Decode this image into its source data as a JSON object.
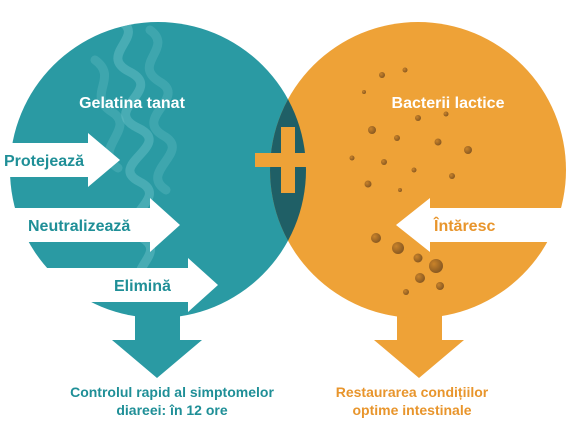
{
  "left_circle": {
    "title": "Gelatina tanat",
    "color": "#2a9aa3"
  },
  "right_circle": {
    "title": "Bacterii lactice",
    "color": "#eea237"
  },
  "overlap": {
    "color": "#1f5f66",
    "symbol": "plus-sign"
  },
  "left_arrows": [
    {
      "label": "Protejează"
    },
    {
      "label": "Neutralizează"
    },
    {
      "label": "Elimină"
    }
  ],
  "right_arrow": {
    "label": "Întăresc"
  },
  "outcomes": {
    "left_line1": "Controlul rapid al simptomelor",
    "left_line2": "diareei: în 12 ore",
    "right_line1": "Restaurarea condițiilor",
    "right_line2": "optime intestinale"
  },
  "colors": {
    "teal_text": "#1f8f97",
    "orange_text": "#e8952c",
    "arrow_fill": "#ffffff"
  }
}
